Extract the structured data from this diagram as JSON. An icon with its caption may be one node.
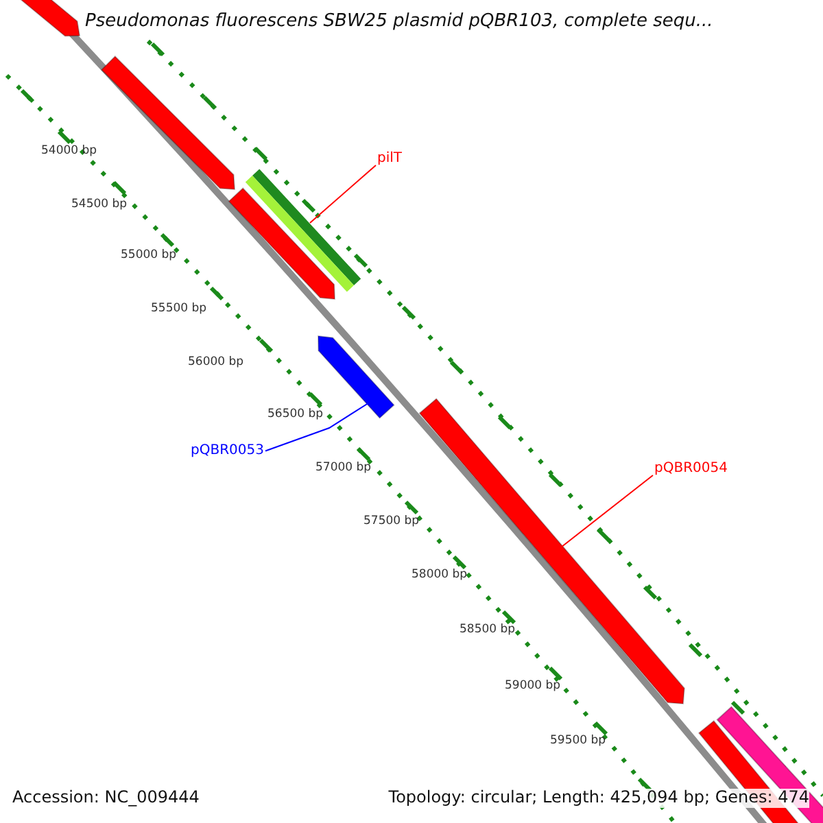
{
  "diagram": {
    "title": "Pseudomonas fluorescens SBW25 plasmid pQBR103, complete sequ...",
    "nodes": [
      {
        "text": [
          "pilT"
        ]
      },
      {
        "text": [
          "pQBR0053"
        ]
      },
      {
        "text": [
          "pQBR0054"
        ]
      },
      {
        "text": [],
        "shape": "arrow"
      },
      {
        "text": [],
        "shape": "arrow"
      },
      {
        "text": [],
        "shape": "bar"
      },
      {
        "text": [],
        "shape": "arrow"
      },
      {
        "text": [],
        "shape": "arrow"
      },
      {
        "text": [],
        "shape": "arrow"
      },
      {
        "text": [],
        "shape": "arrow"
      },
      {
        "text": [],
        "shape": "arrow"
      }
    ],
    "edges": [
      {
        "from": 0,
        "to": 5,
        "arrow": "none"
      },
      {
        "from": 1,
        "to": 7,
        "arrow": "none",
        "color": "#0000ff"
      },
      {
        "from": 2,
        "to": 8,
        "arrow": "none"
      }
    ],
    "labels": [
      "54000 bp",
      "54500 bp",
      "55000 bp",
      "55500 bp",
      "56000 bp",
      "56500 bp",
      "57000 bp",
      "57500 bp",
      "58000 bp",
      "58500 bp",
      "59000 bp",
      "59500 bp",
      "Accession: NC_009444",
      "Topology: circular; Length: 425,094 bp; Genes: 474"
    ]
  }
}
